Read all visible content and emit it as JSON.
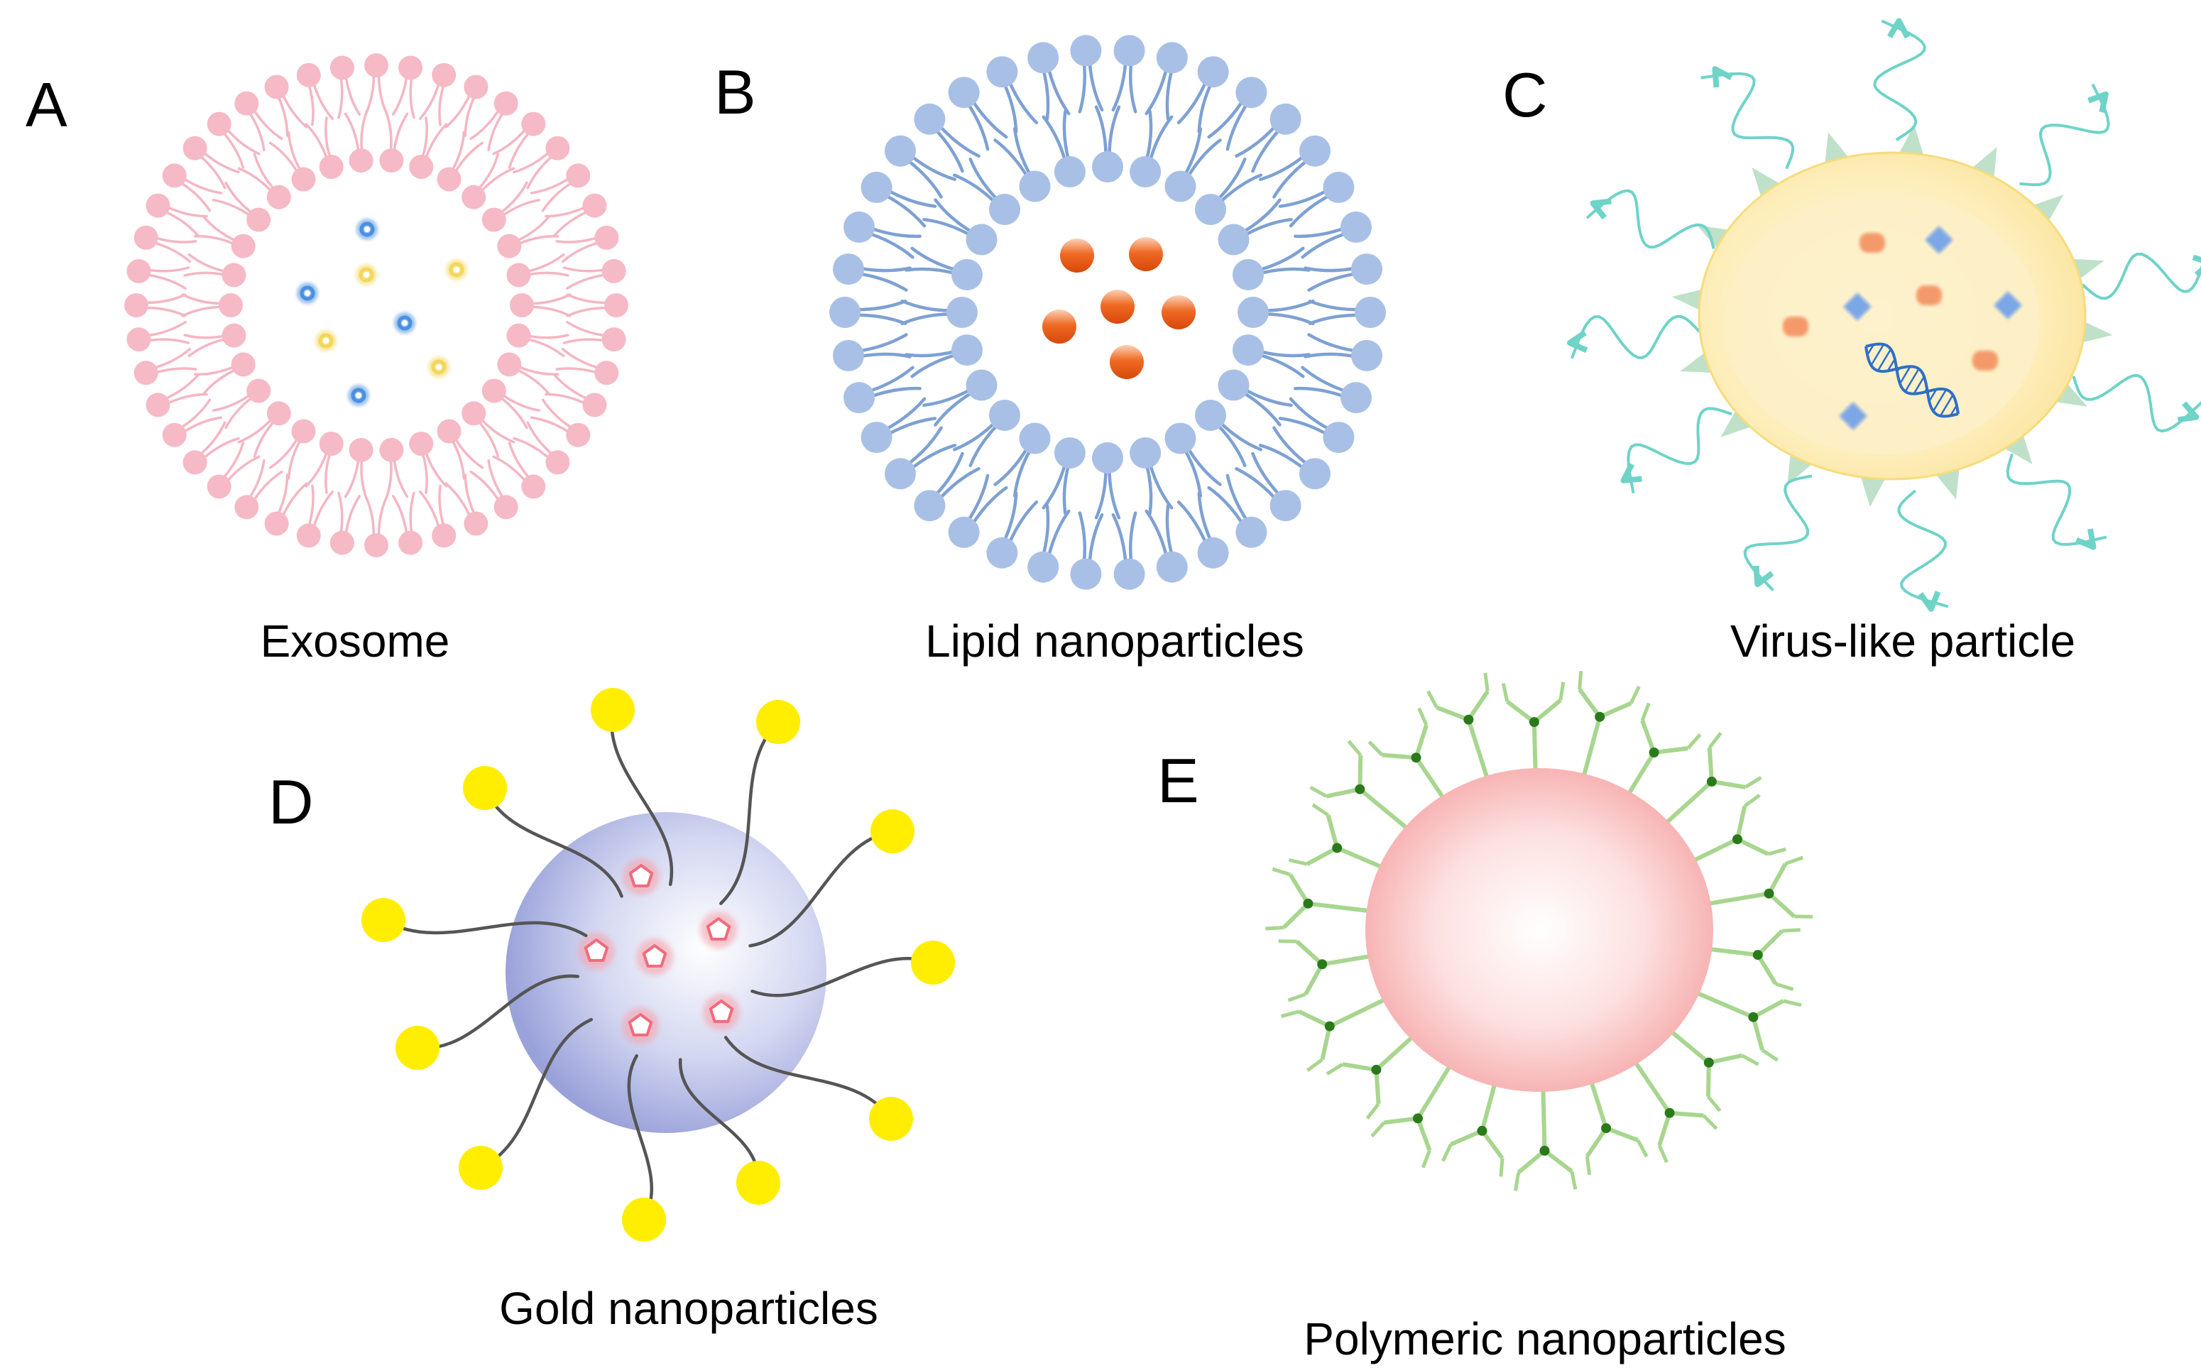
{
  "panels": [
    {
      "letter": "A",
      "caption": "Exosome"
    },
    {
      "letter": "B",
      "caption": "Lipid nanoparticles"
    },
    {
      "letter": "C",
      "caption": "Virus-like particle"
    },
    {
      "letter": "D",
      "caption": "Gold nanoparticles"
    },
    {
      "letter": "E",
      "caption": "Polymeric nanoparticles"
    }
  ],
  "colors": {
    "exosome_lipid": "#f6b9c6",
    "exosome_tail": "#f4b6c3",
    "lnp_lipid": "#a9c0e6",
    "lnp_tail": "#7ea1d3",
    "lnp_cargo": "#e0500c",
    "vlp_shell": "#fde9a8",
    "vlp_spike": "#bfe0c9",
    "vlp_wave": "#6fd3c8",
    "vlp_dna": "#2f6fc6",
    "gold_core": "#a6aee0",
    "gold_ligand": "#ffee00",
    "gold_linker": "#555555",
    "gold_cargo": "#f26b7a",
    "polymer_core": "#f8b4b4",
    "polymer_branch": "#a8d68f",
    "polymer_node": "#2a7a1b"
  }
}
